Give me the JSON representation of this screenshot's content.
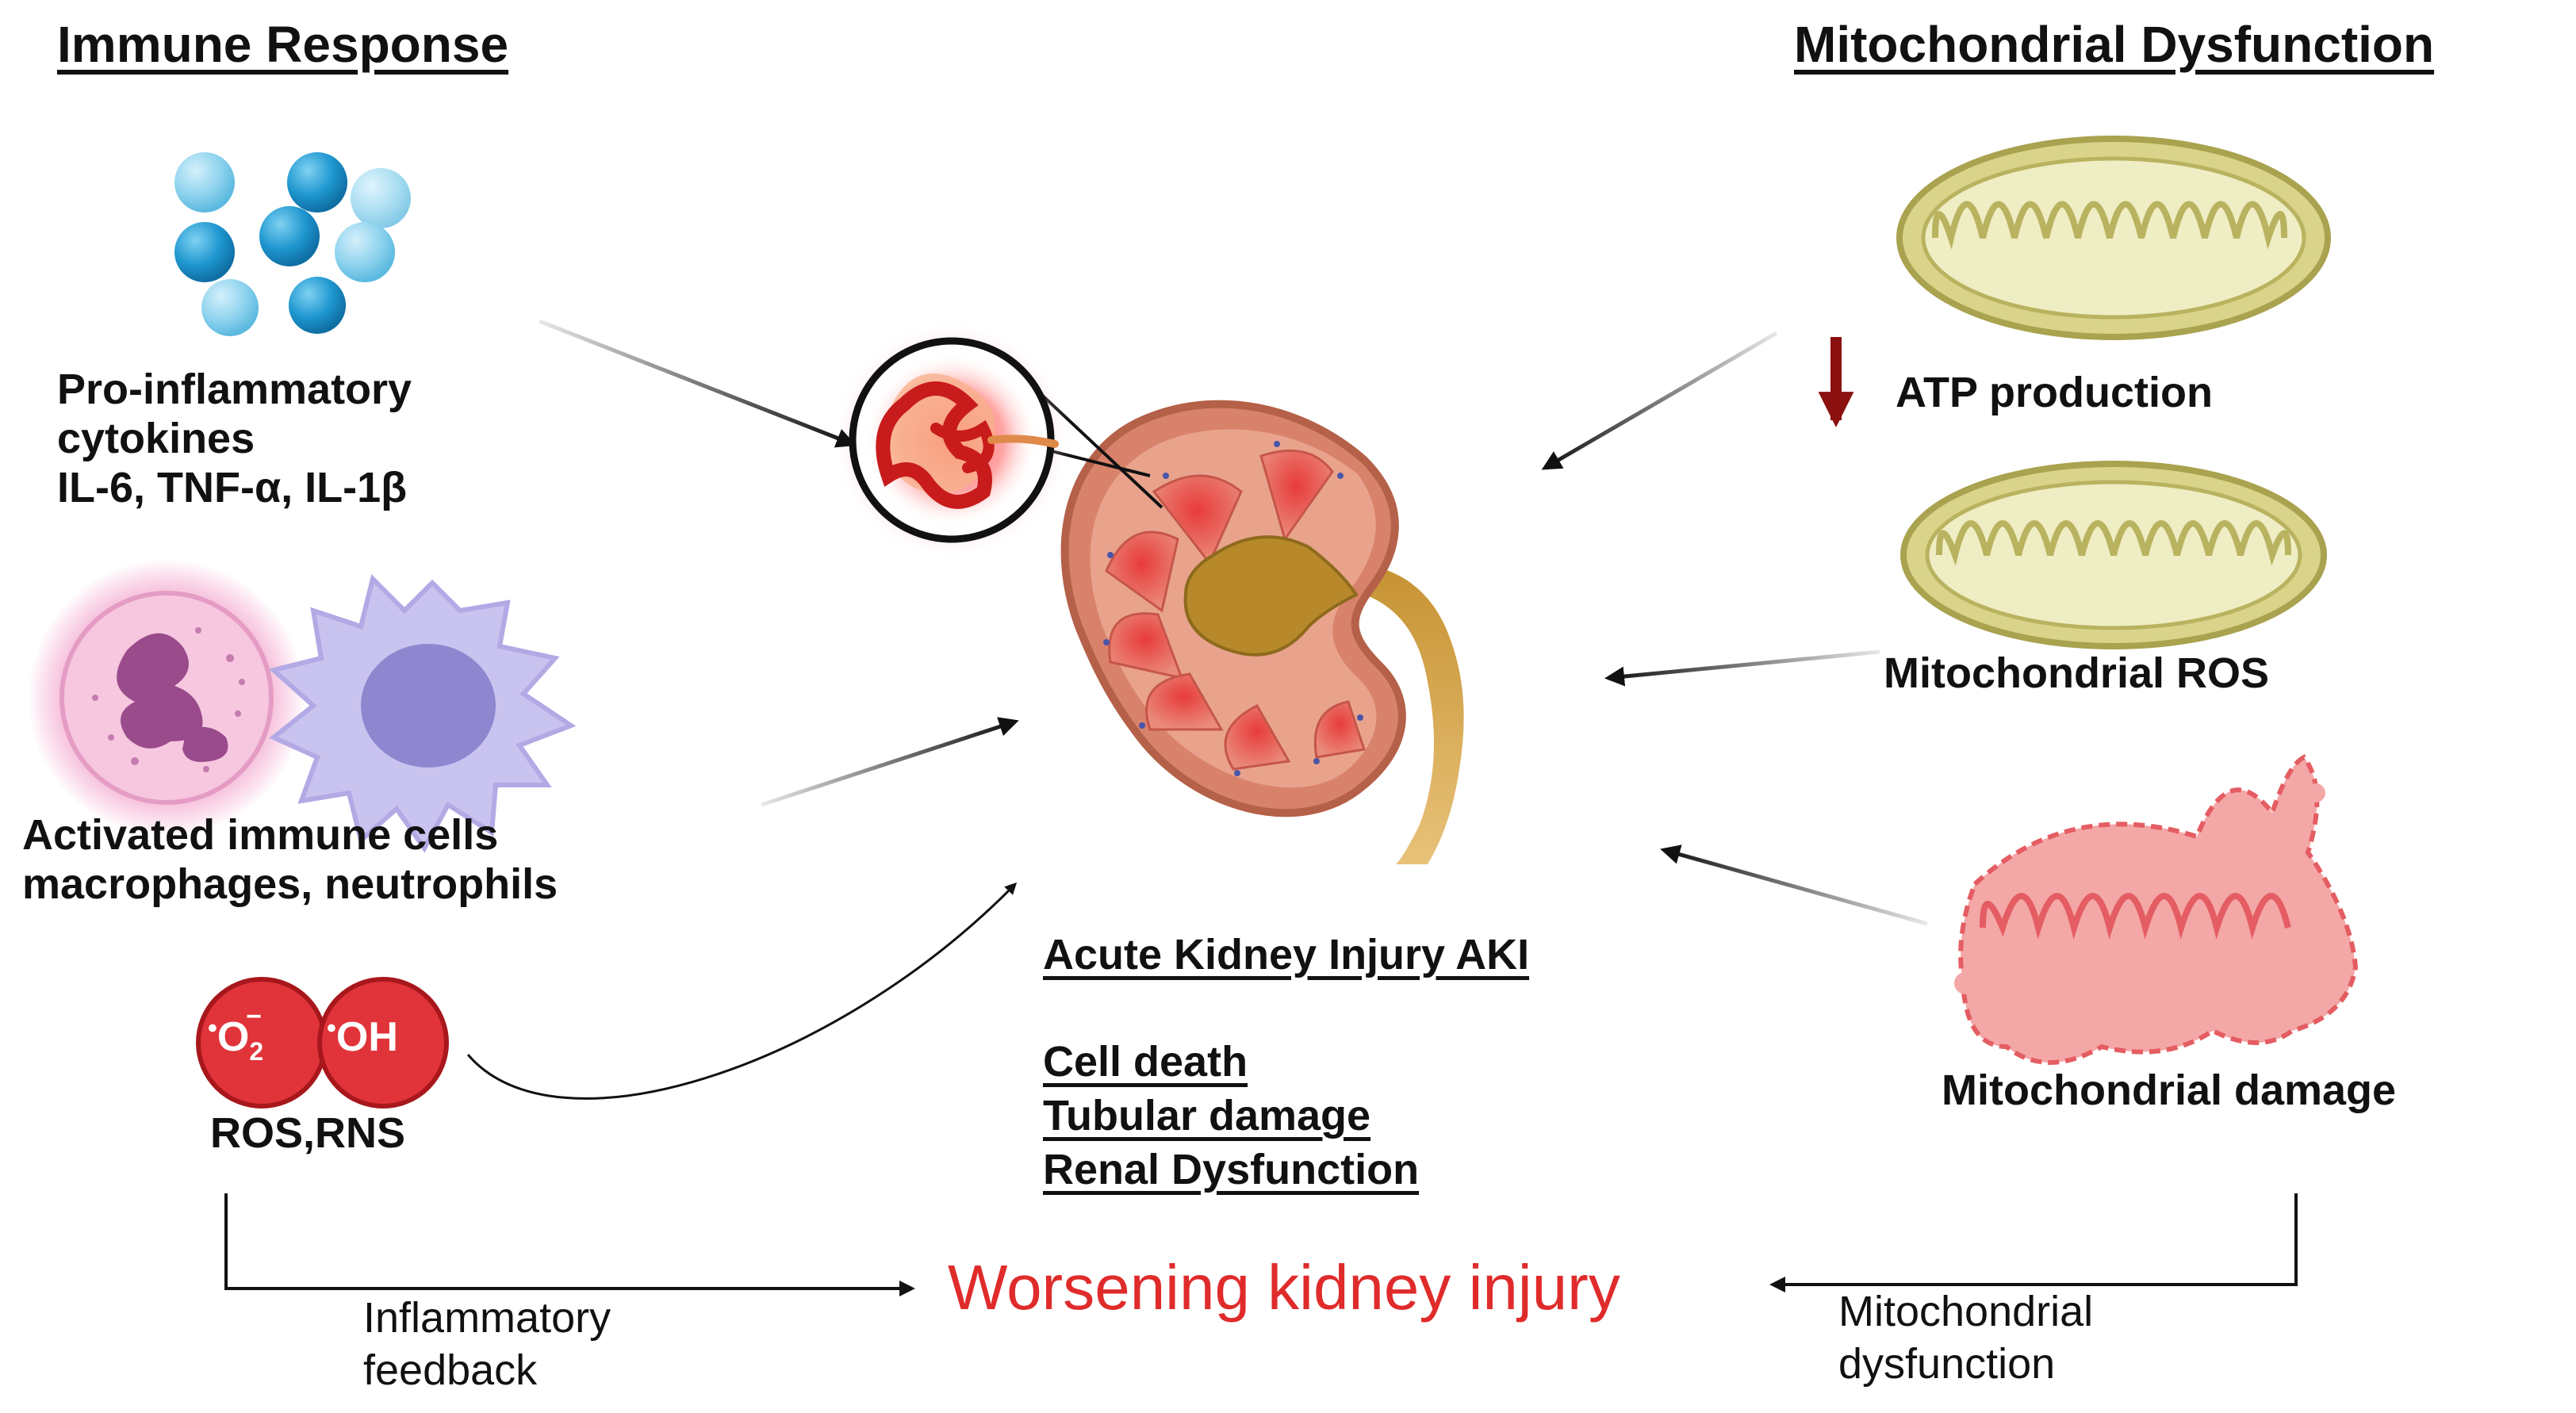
{
  "headings": {
    "immune": "Immune Response",
    "mito": "Mitochondrial Dysfunction"
  },
  "left": {
    "cytokines": {
      "line1": "Pro-inflammatory",
      "line2": "cytokines",
      "line3": "IL-6, TNF-α, IL-1β"
    },
    "immune_cells": {
      "line1": "Activated immune cells",
      "line2": "macrophages, neutrophils"
    },
    "ros": {
      "label": "ROS,RNS",
      "superoxide": "O",
      "superoxide_sub": "2",
      "superoxide_dot": "•",
      "superoxide_charge": "−",
      "hydroxyl": "OH",
      "hydroxyl_dot": "•"
    }
  },
  "right": {
    "atp": "ATP production",
    "mito_ros": "Mitochondrial ROS",
    "mito_damage": "Mitochondrial damage"
  },
  "center": {
    "aki_title": "Acute Kidney Injury AKI",
    "effects": [
      "Cell death",
      "Tubular damage",
      "Renal Dysfunction"
    ]
  },
  "bottom": {
    "worsening": "Worsening kidney injury",
    "left_feedback": {
      "line1": "Inflammatory",
      "line2": "feedback"
    },
    "right_feedback": {
      "line1": "Mitochondrial",
      "line2": "dysfunction"
    }
  },
  "colors": {
    "text": "#111111",
    "worsening": "#e02b2b",
    "atp_arrow": "#8b1010",
    "ros_red": "#e0343a",
    "cytokine_blue": "#2ba6d8",
    "mito_healthy": "#d9d48a",
    "mito_damaged": "#f4a7a7",
    "kidney_cortex": "#d9826b",
    "kidney_pelvis": "#b8892a"
  }
}
